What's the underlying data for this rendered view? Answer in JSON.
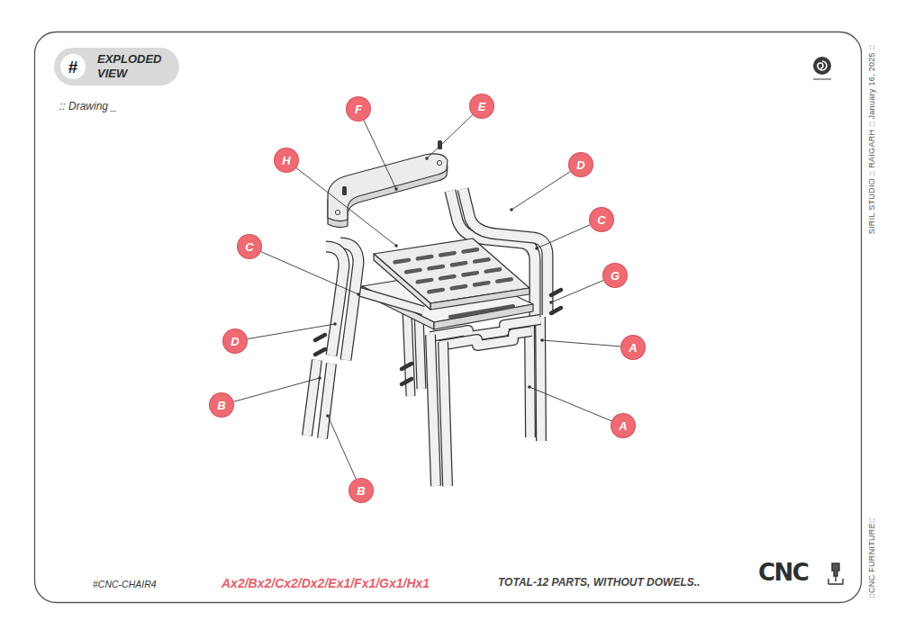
{
  "diagram": {
    "title": "EXPLODED VIEW",
    "nodes": [
      {
        "text": [
          "#"
        ]
      },
      {
        "text": [
          "F"
        ]
      },
      {
        "text": [
          "E"
        ]
      },
      {
        "text": [
          "H"
        ]
      },
      {
        "text": [
          "D"
        ]
      },
      {
        "text": [
          "C"
        ]
      },
      {
        "text": [
          "C"
        ]
      },
      {
        "text": [
          "G"
        ]
      },
      {
        "text": [
          "D"
        ]
      },
      {
        "text": [
          "A"
        ]
      },
      {
        "text": [
          "B"
        ]
      },
      {
        "text": [
          "A"
        ]
      },
      {
        "text": [
          "B"
        ]
      }
    ],
    "labels": [
      ":: Drawing _",
      "SIRIL STUDIO :: RAIGARH :: January 16, 2025 ::",
      "#CNC-CHAIR4",
      "Ax2/Bx2/Cx2/Dx2/Ex1/Fx1/Gx1/Hx1",
      "TOTAL-12 PARTS, WITHOUT DOWELS..",
      "CNC",
      "::CNC FURNITURE::"
    ]
  }
}
